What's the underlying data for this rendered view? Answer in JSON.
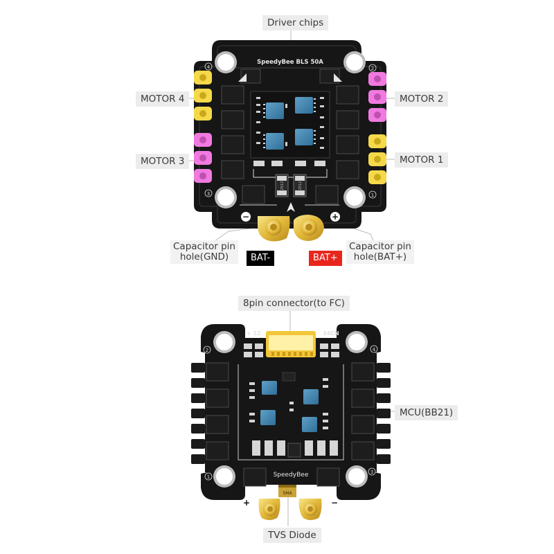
{
  "top_board": {
    "model": "SpeedyBee BLS 50A",
    "labels": {
      "driver_chips": "Driver chips",
      "motor4": "MOTOR 4",
      "motor3": "MOTOR 3",
      "motor2": "MOTOR 2",
      "motor1": "MOTOR 1",
      "cap_gnd_line1": "Capacitor pin",
      "cap_gnd_line2": "hole(GND)",
      "cap_bat_line1": "Capacitor pin",
      "cap_bat_line2": "hole(BAT+)",
      "bat_minus": "BAT-",
      "bat_plus": "BAT+"
    },
    "corner_numbers": [
      "4",
      "2",
      "3",
      "1"
    ],
    "pad_signs": [
      "−",
      "+"
    ],
    "resistor_codes": [
      "2512",
      "2512"
    ],
    "colors": {
      "bat_minus_bg": "#000000",
      "bat_plus_bg": "#e8261c",
      "motor_yellow": "#f5d94a",
      "motor_pink": "#f07ae0"
    }
  },
  "bottom_board": {
    "brand": "SpeedyBee",
    "labels": {
      "connector": "8pin connector(to FC)",
      "mcu": "MCU(BB21)",
      "tvs": "TVS Diode"
    },
    "silk_left": "+ 12",
    "silk_right": "34CN",
    "corner_numbers": [
      "2",
      "4",
      "1",
      "3"
    ],
    "pad_signs": [
      "+",
      "−"
    ],
    "tvs_code": "SMA"
  }
}
